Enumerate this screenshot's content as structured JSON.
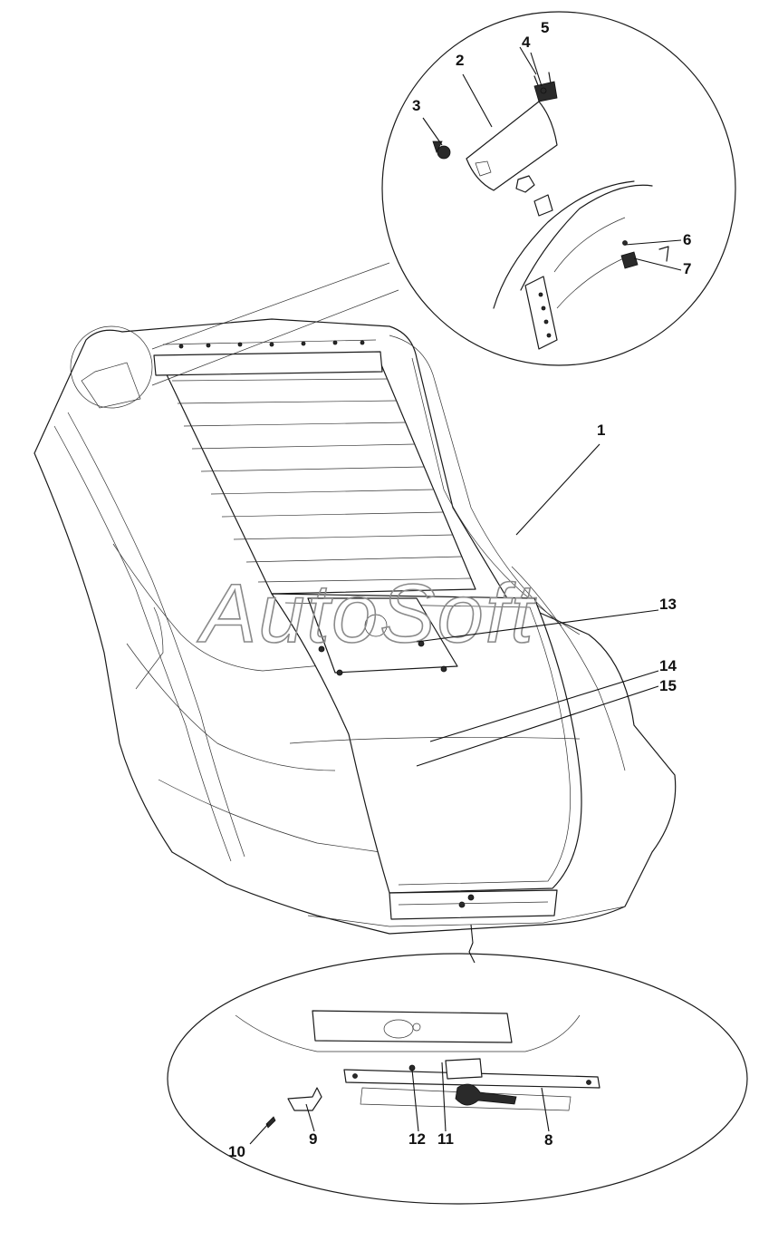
{
  "watermark": "AutoSoft",
  "callouts": [
    {
      "id": "c1",
      "label": "1"
    },
    {
      "id": "c2",
      "label": "2"
    },
    {
      "id": "c3",
      "label": "3"
    },
    {
      "id": "c4",
      "label": "4"
    },
    {
      "id": "c5",
      "label": "5"
    },
    {
      "id": "c6",
      "label": "6"
    },
    {
      "id": "c7",
      "label": "7"
    },
    {
      "id": "c8",
      "label": "8"
    },
    {
      "id": "c9",
      "label": "9"
    },
    {
      "id": "c10",
      "label": "10"
    },
    {
      "id": "c11",
      "label": "11"
    },
    {
      "id": "c12",
      "label": "12"
    },
    {
      "id": "c13",
      "label": "13"
    },
    {
      "id": "c14",
      "label": "14"
    },
    {
      "id": "c15",
      "label": "15"
    }
  ],
  "colors": {
    "line": "#1a1a1a",
    "watermark": "#8a8a8a",
    "background": "#ffffff"
  }
}
